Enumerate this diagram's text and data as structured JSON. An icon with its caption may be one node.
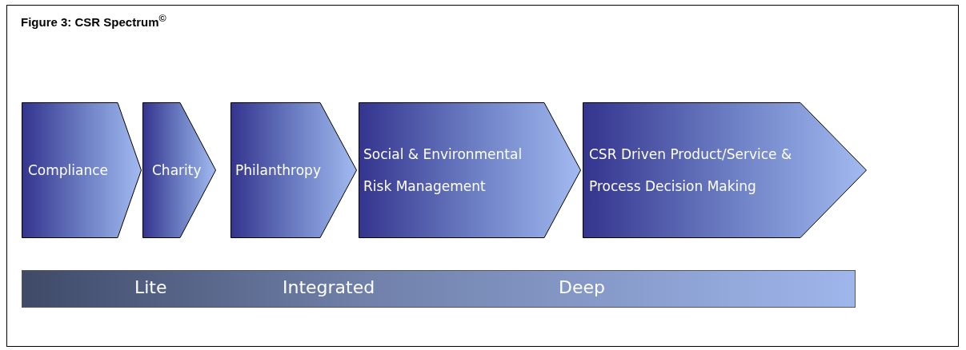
{
  "diagram": {
    "title": "Figure 3: CSR Spectrum$^{©}$",
    "nodes": [
      {
        "text": [
          "Compliance"
        ]
      },
      {
        "text": [
          "Charity"
        ]
      },
      {
        "text": [
          "Philanthropy"
        ]
      },
      {
        "text": [
          "Social & Environmental Risk Management"
        ]
      },
      {
        "text": [
          "CSR Driven Product/Service & Process Decision Making"
        ]
      },
      {
        "text": [
          "Lite",
          "Integrated",
          "Deep"
        ]
      }
    ],
    "edges": []
  }
}
